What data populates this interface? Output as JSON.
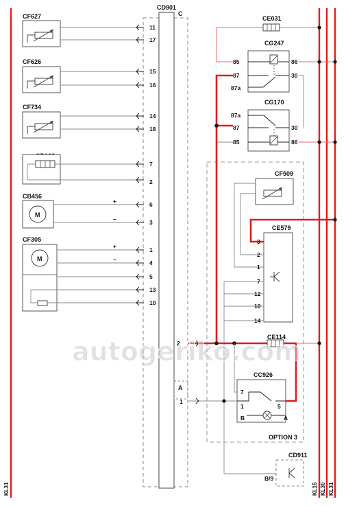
{
  "rails": [
    "KL31",
    "KL15",
    "KL30",
    "KL31"
  ],
  "connector": {
    "id": "CD901",
    "side_c": "C",
    "side_a": "A"
  },
  "components": {
    "cf627": {
      "id": "CF627",
      "pins": [
        "11",
        "17"
      ]
    },
    "cf626": {
      "id": "CF626",
      "pins": [
        "15",
        "16"
      ]
    },
    "cf734": {
      "id": "CF734",
      "pins": [
        "14",
        "18"
      ]
    },
    "cb168": {
      "id": "CB168",
      "pins": [
        "7",
        "2"
      ]
    },
    "cb456": {
      "id": "CB456",
      "motor": "M",
      "pins": [
        "6",
        "3"
      ],
      "plus": "+",
      "minus": "–"
    },
    "cf305": {
      "id": "CF305",
      "motor": "M",
      "pins": [
        "1",
        "4",
        "5",
        "13",
        "10"
      ],
      "plus": "+",
      "minus": "–"
    },
    "ce031": {
      "id": "CE031"
    },
    "cg247": {
      "id": "CG247",
      "pins": [
        "85",
        "86",
        "87",
        "30",
        "87a"
      ]
    },
    "cg170": {
      "id": "CG170",
      "pins": [
        "87a",
        "87",
        "30",
        "85",
        "86"
      ]
    },
    "cf509": {
      "id": "CF509"
    },
    "ce579": {
      "id": "CE579",
      "pins": [
        "3",
        "2",
        "1",
        "7",
        "12",
        "10",
        "14"
      ]
    },
    "ce114": {
      "id": "CE114"
    },
    "cc926": {
      "id": "CC926",
      "pins": [
        "7",
        "1",
        "5",
        "B",
        "A"
      ]
    },
    "cd911": {
      "id": "CD911",
      "pin": "B/9"
    }
  },
  "connector_pins": {
    "c2": "2",
    "a1": "1"
  },
  "option_label": "OPTION 3",
  "watermark": "autogeriko.com"
}
